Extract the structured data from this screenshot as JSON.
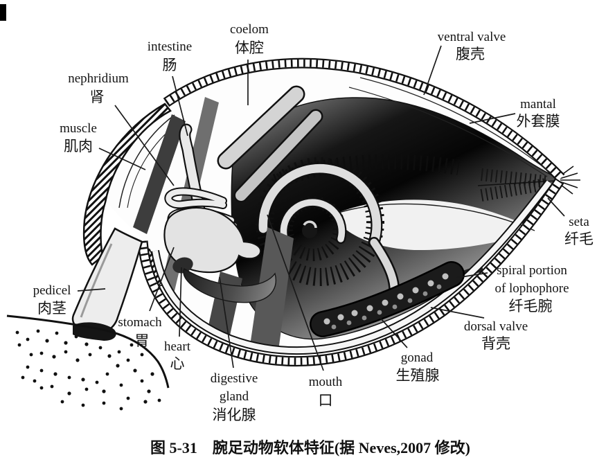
{
  "figure": {
    "caption": "图 5-31　腕足动物软体特征(据 Neves,2007 修改)",
    "labels": {
      "coelom": {
        "en": "coelom",
        "zh": "体腔"
      },
      "intestine": {
        "en": "intestine",
        "zh": "肠"
      },
      "nephridium": {
        "en": "nephridium",
        "zh": "肾"
      },
      "muscle": {
        "en": "muscle",
        "zh": "肌肉"
      },
      "pedicel": {
        "en": "pedicel",
        "zh": "肉茎"
      },
      "stomach": {
        "en": "stomach",
        "zh": "胃"
      },
      "heart": {
        "en": "heart",
        "zh": "心"
      },
      "digestive_gland": {
        "en1": "digestive",
        "en2": "gland",
        "zh": "消化腺"
      },
      "mouth": {
        "en": "mouth",
        "zh": "口"
      },
      "gonad": {
        "en": "gonad",
        "zh": "生殖腺"
      },
      "dorsal_valve": {
        "en": "dorsal valve",
        "zh": "背壳"
      },
      "lophophore": {
        "en1": "spiral portion",
        "en2": "of lophophore",
        "zh": "纤毛腕"
      },
      "seta": {
        "en": "seta",
        "zh": "纤毛"
      },
      "mantle": {
        "en": "mantal",
        "zh": "外套膜"
      },
      "ventral_valve": {
        "en": "ventral valve",
        "zh": "腹壳"
      }
    }
  }
}
